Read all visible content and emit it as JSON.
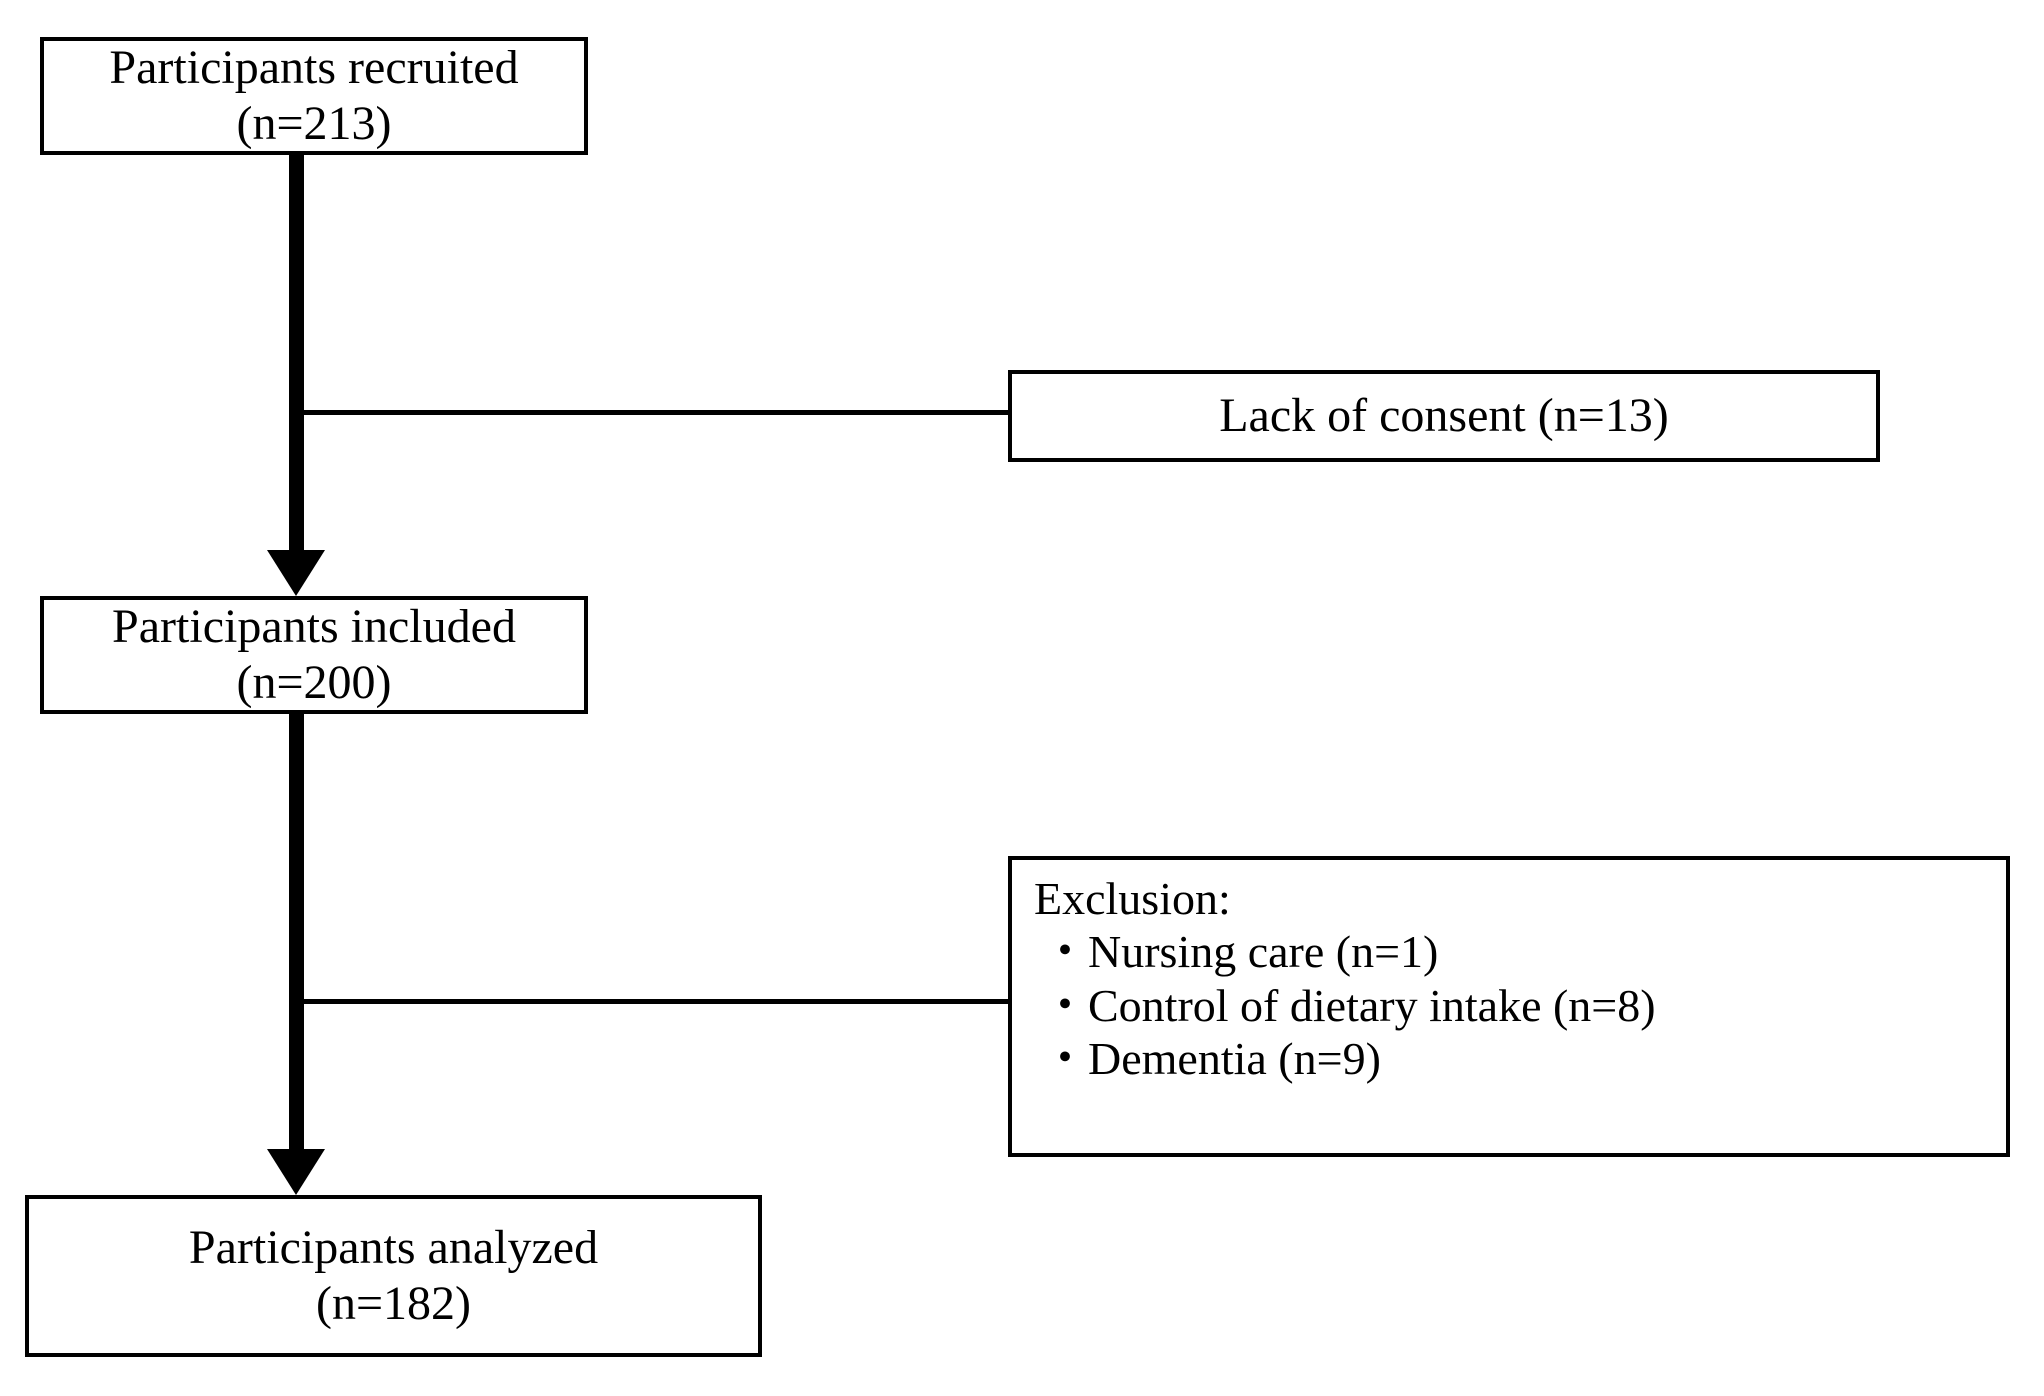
{
  "figure": {
    "type": "participant-flow-diagram",
    "line_color": "#000000",
    "background_color": "#ffffff"
  },
  "nodes": {
    "recruited": {
      "line1": "Participants recruited",
      "line2": "(n=213)"
    },
    "lack_of_consent": {
      "line1": "Lack of consent (n=13)"
    },
    "included": {
      "line1": "Participants included",
      "line2": "(n=200)"
    },
    "exclusion": {
      "heading": "Exclusion:",
      "item1": "・Nursing care (n=1)",
      "item2": "・Control of dietary intake (n=8)",
      "item3": "・Dementia (n=9)"
    },
    "analyzed": {
      "line1": "Participants analyzed",
      "line2": "(n=182)"
    }
  }
}
